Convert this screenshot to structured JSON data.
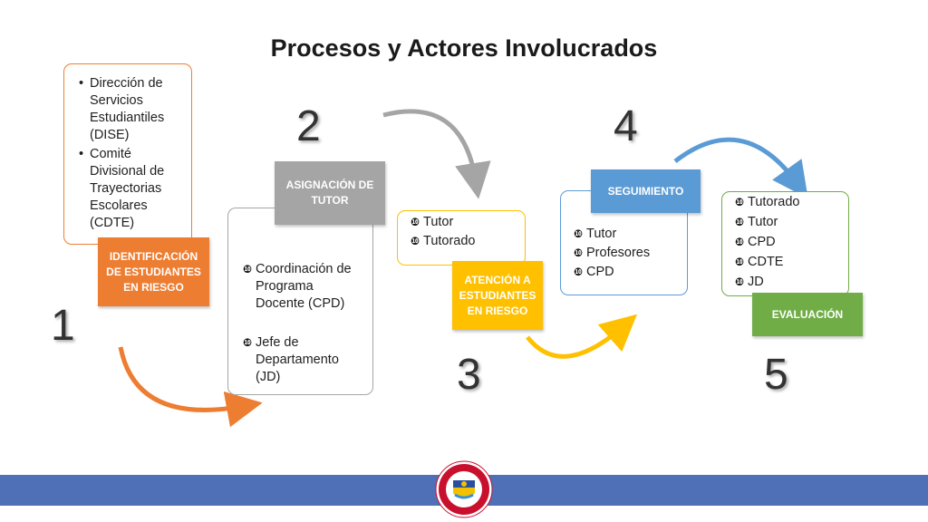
{
  "title": "Procesos y Actores Involucrados",
  "colors": {
    "orange": "#ed7d31",
    "gray": "#a5a5a5",
    "gold": "#ffc000",
    "blue": "#5b9bd5",
    "green": "#70ad47",
    "footer": "#4f6fb6"
  },
  "steps": [
    {
      "number": "1",
      "label": "IDENTIFICACIÓN DE ESTUDIANTES EN RIESGO",
      "items": [
        "Dirección de Servicios Estudiantiles (DISE)",
        "Comité Divisional de Trayectorias Escolares (CDTE)"
      ]
    },
    {
      "number": "2",
      "label": "ASIGNACIÓN DE TUTOR",
      "items": [
        "Coordinación de Programa Docente (CPD)",
        "Jefe de Departamento (JD)"
      ]
    },
    {
      "number": "3",
      "label": "ATENCIÓN A ESTUDIANTES EN RIESGO",
      "items": [
        "Tutor",
        "Tutorado"
      ]
    },
    {
      "number": "4",
      "label": "SEGUIMIENTO",
      "items": [
        "Tutor",
        "Profesores",
        "CPD"
      ]
    },
    {
      "number": "5",
      "label": "EVALUACIÓN",
      "items": [
        "Tutorado",
        "Tutor",
        "CPD",
        "CDTE",
        "JD"
      ]
    }
  ],
  "bullet_symbol": "❿",
  "footer": {
    "seal_icon": "university-seal-icon"
  }
}
